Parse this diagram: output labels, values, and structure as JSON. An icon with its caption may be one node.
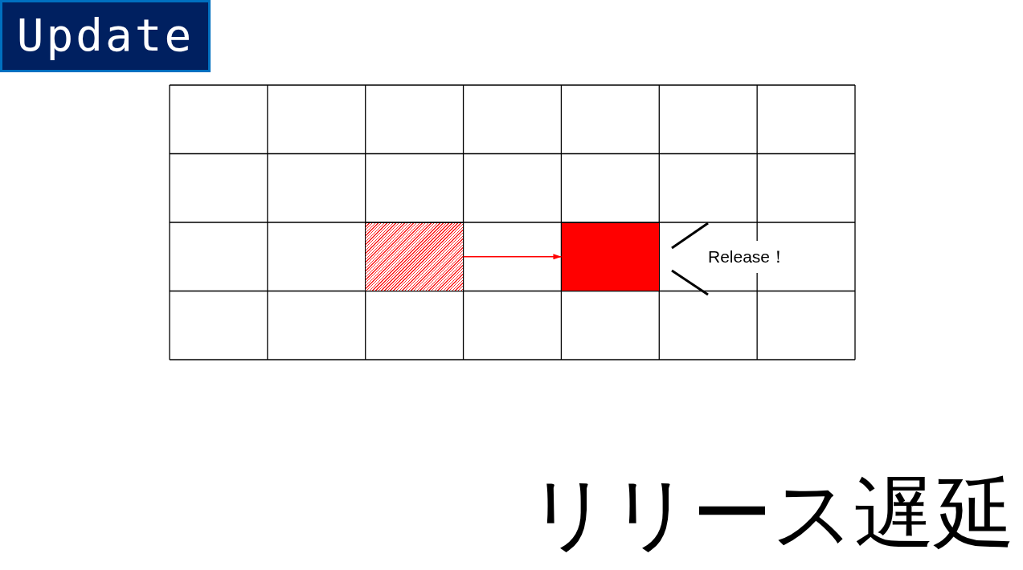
{
  "diagram": {
    "title": "リリース遅延",
    "nodes": [
      {
        "text": [],
        "shape": "box"
      },
      {
        "text": [],
        "shape": "box"
      }
    ],
    "edges": [
      {
        "from": 0,
        "to": 1,
        "arrow": "to",
        "color": "#ff0000"
      }
    ],
    "labels": [
      "Update",
      "Release！"
    ]
  }
}
